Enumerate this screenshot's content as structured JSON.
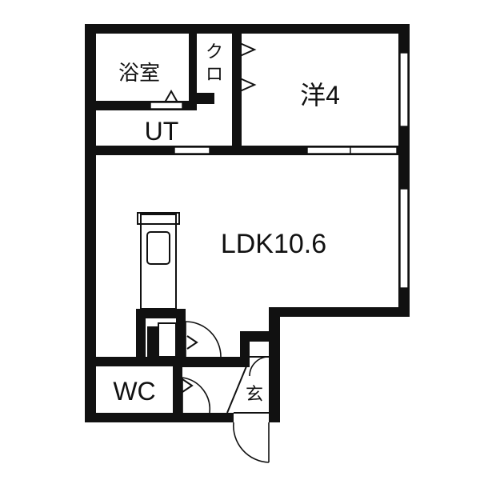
{
  "rooms": {
    "bath": "浴室",
    "closet_char1": "ク",
    "closet_char2": "ロ",
    "western": "洋4",
    "utility": "UT",
    "ldk": "LDK10.6",
    "wc": "WC",
    "entrance": "玄"
  },
  "colors": {
    "wall": "#111111",
    "background": "#ffffff"
  }
}
